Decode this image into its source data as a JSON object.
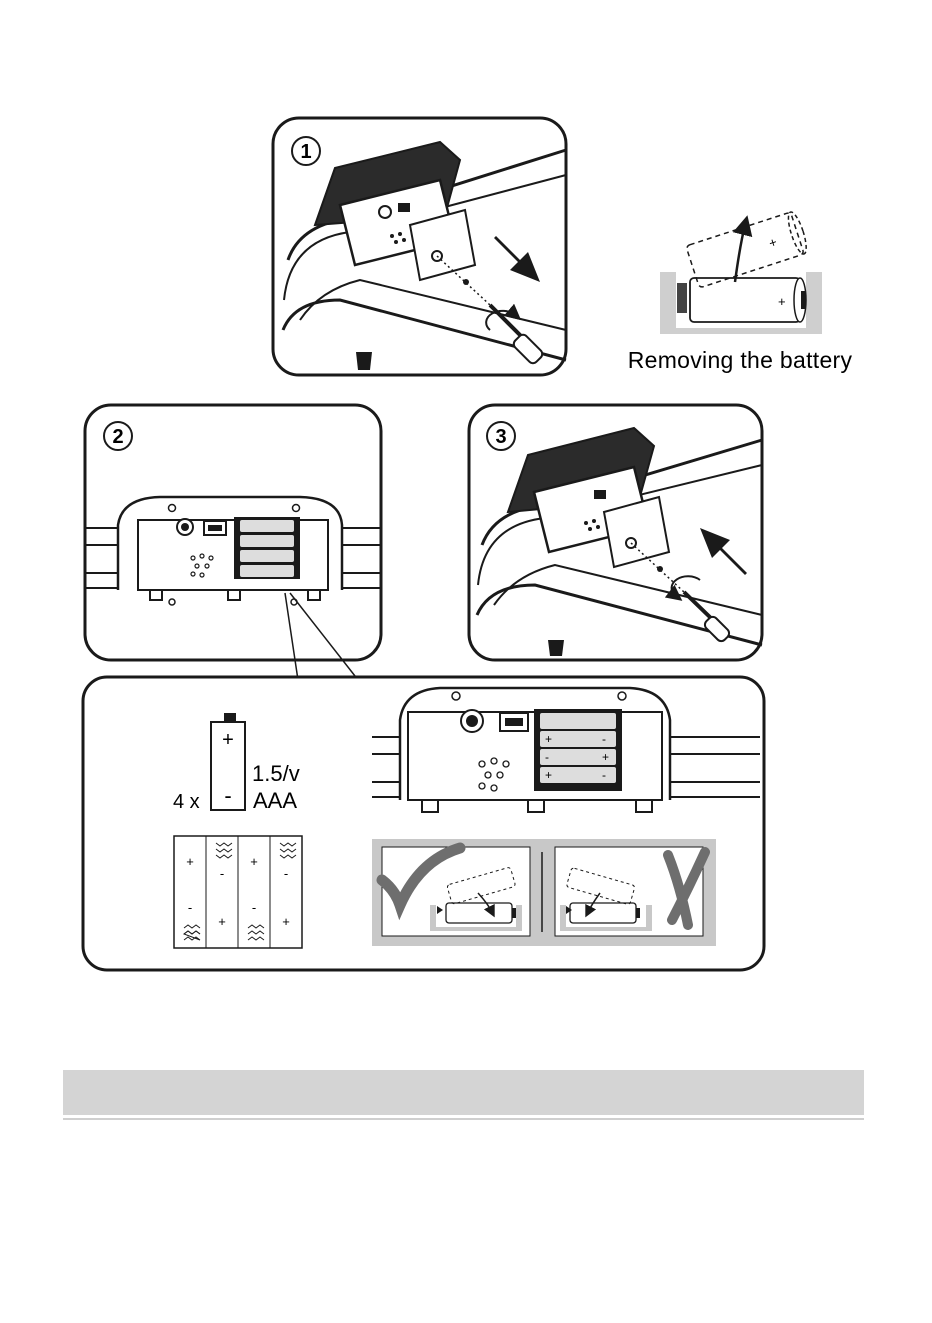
{
  "panels": {
    "step1": {
      "number": "1"
    },
    "step2": {
      "number": "2"
    },
    "step3": {
      "number": "3"
    }
  },
  "removing_battery": {
    "caption": "Removing the battery",
    "plus_front": "+",
    "plus_back": "+"
  },
  "battery_spec": {
    "plus": "+",
    "minus": "-",
    "voltage": "1.5/v",
    "count": "4 x",
    "type": "AAA"
  },
  "polarity_layout": {
    "top_row": [
      "+",
      "-",
      "+",
      "-"
    ],
    "bottom_row": [
      "-",
      "+",
      "-",
      "+"
    ]
  },
  "compartment_marks": {
    "row1": [
      "+",
      "-"
    ],
    "row2": [
      "-",
      "+"
    ],
    "row3": [
      "+",
      "-"
    ]
  },
  "insertion": {
    "correct": "correct-insertion",
    "incorrect": "incorrect-insertion"
  },
  "section_bar": {
    "title": ""
  },
  "colors": {
    "line": "#1a1a1a",
    "gray_bar": "#d4d4d4",
    "gray_frame": "#c8c8c8",
    "battery_fill": "#e6e6e6"
  }
}
